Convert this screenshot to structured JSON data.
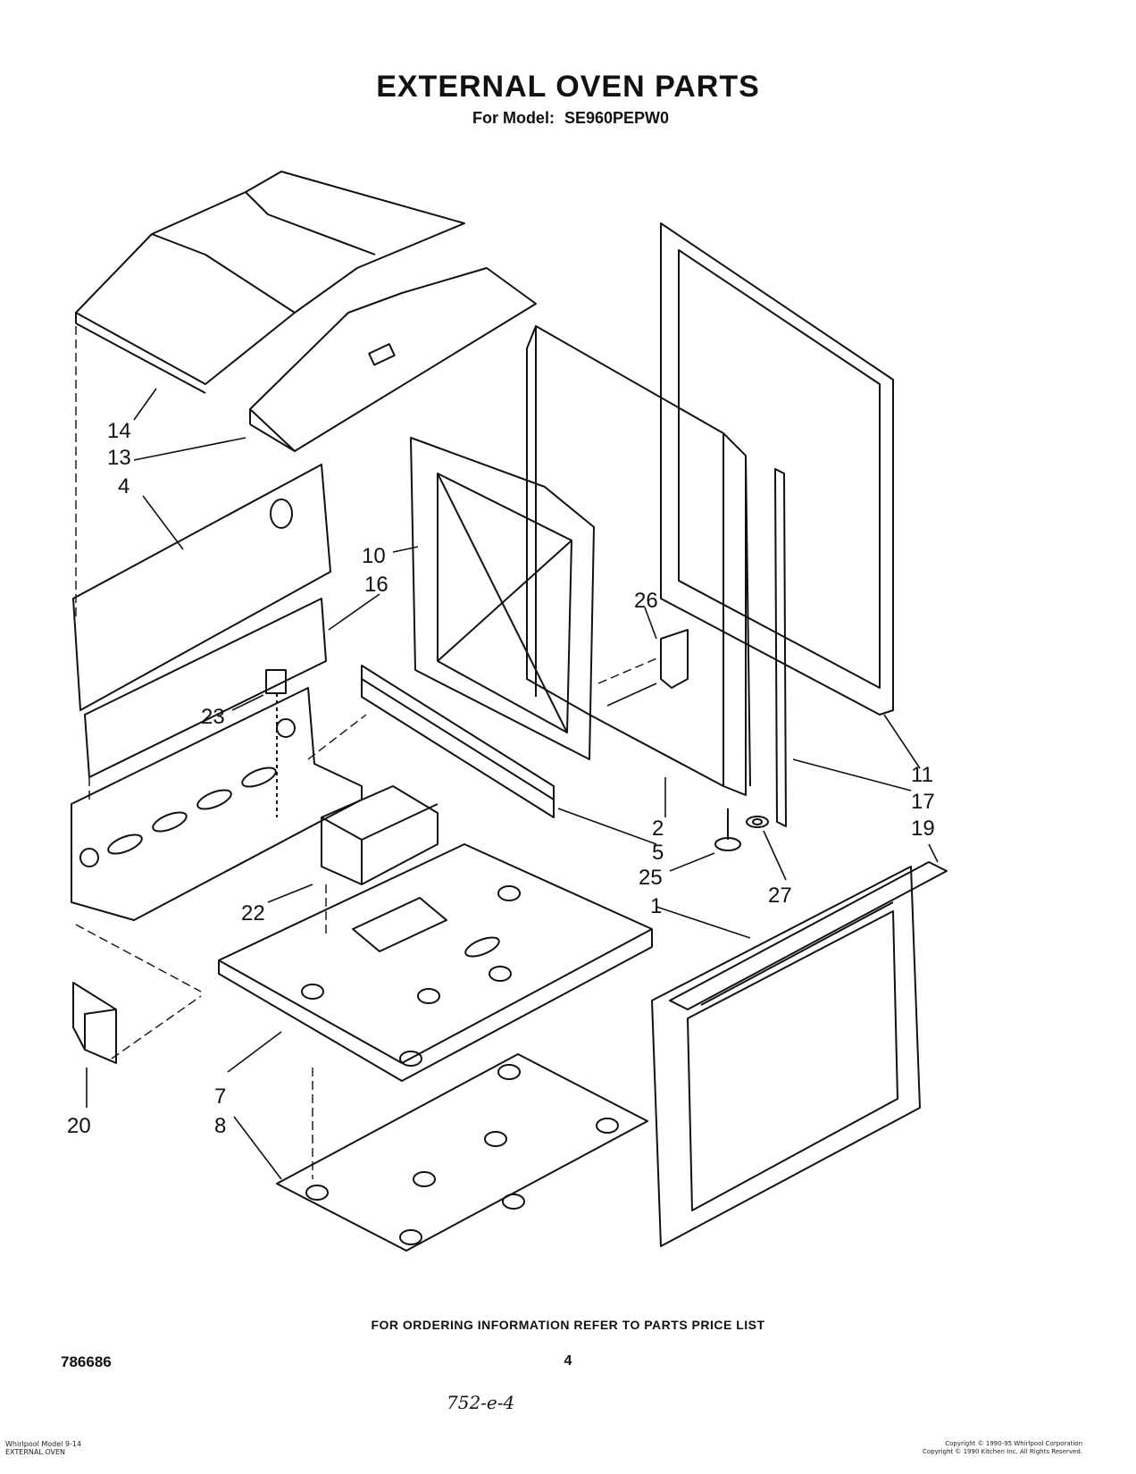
{
  "header": {
    "title": "EXTERNAL OVEN PARTS",
    "model_label": "For Model:",
    "model_number": "SE960PEPW0"
  },
  "labels": {
    "p14": "14",
    "p13": "13",
    "p4": "4",
    "p10": "10",
    "p16": "16",
    "p26": "26",
    "p23": "23",
    "p11": "11",
    "p17": "17",
    "p19": "19",
    "p2": "2",
    "p5": "5",
    "p25": "25",
    "p27": "27",
    "p1": "1",
    "p22": "22",
    "p20": "20",
    "p7": "7",
    "p8": "8"
  },
  "footer": {
    "ordering_note": "FOR ORDERING INFORMATION REFER TO PARTS PRICE LIST",
    "doc_number": "786686",
    "page_number": "4",
    "handwritten": "752-e-4",
    "left_fine_print_1": "Whirlpool Model 9-14",
    "left_fine_print_2": "EXTERNAL OVEN",
    "right_fine_print_1": "Copyright © 1990-95 Whirlpool Corporation",
    "right_fine_print_2": "Copyright © 1990 Kitchen Inc. All Rights Reserved."
  }
}
